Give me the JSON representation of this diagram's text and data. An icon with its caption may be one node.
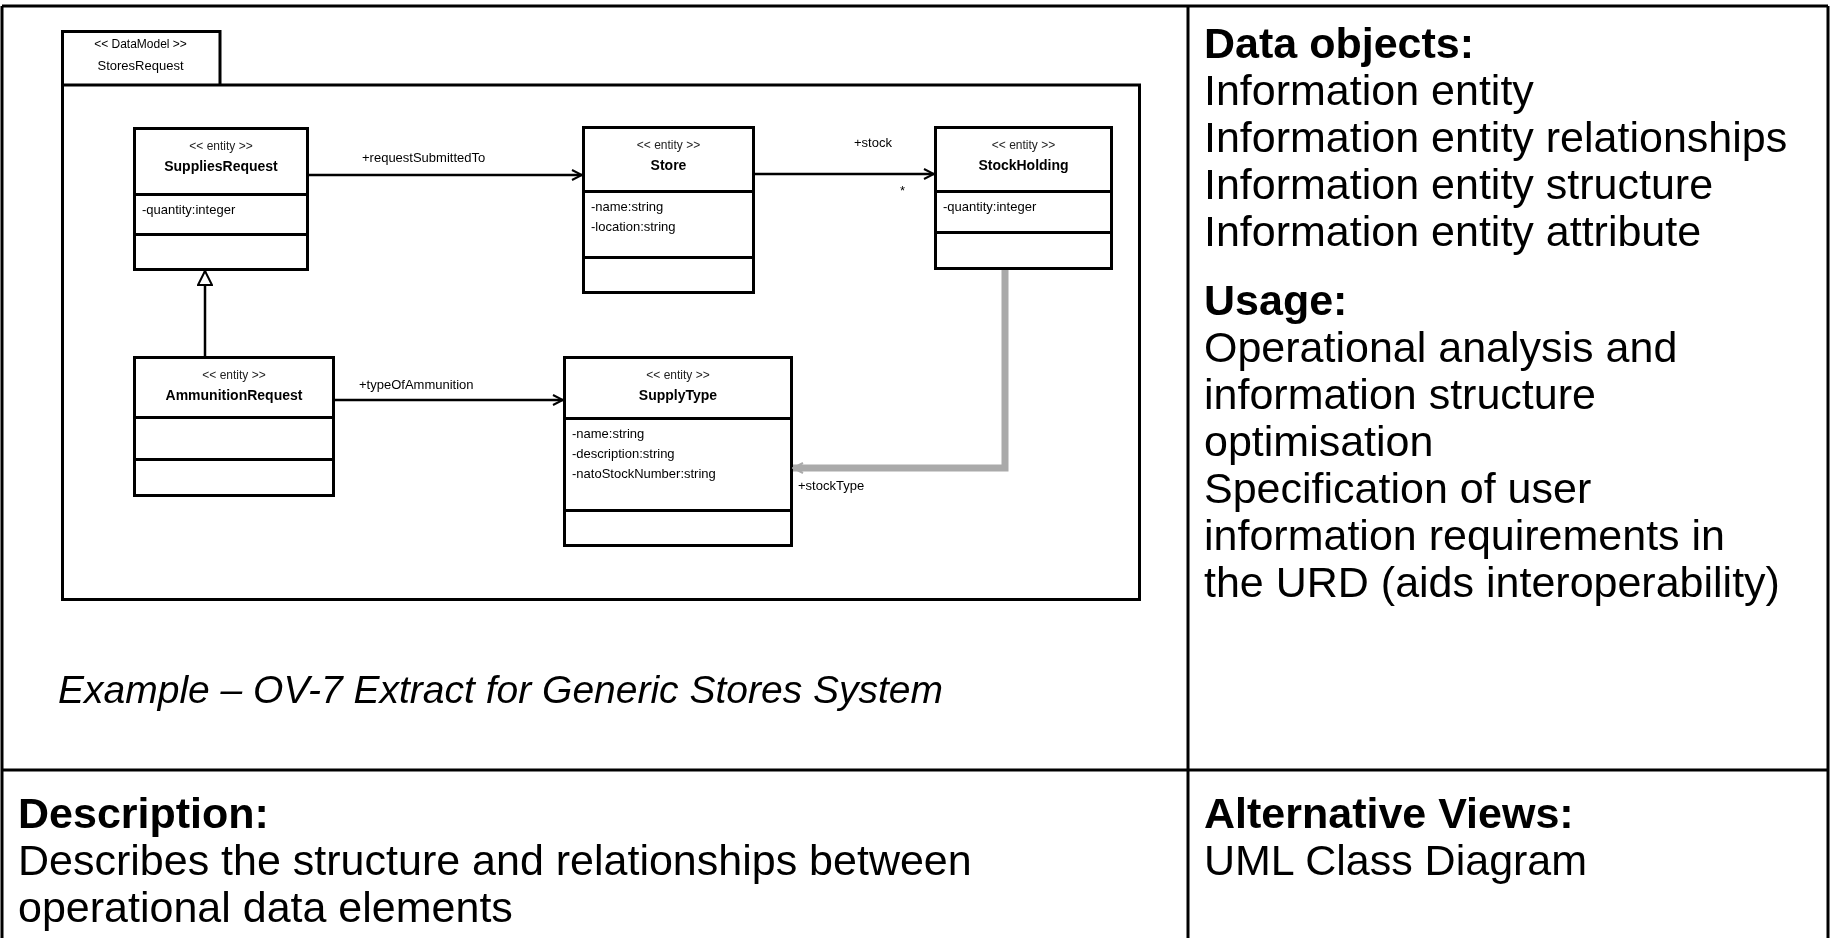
{
  "diagram": {
    "caption": "Example – OV-7 Extract for Generic Stores System",
    "nodes": [
      {
        "text": [
          "<< DataModel >>",
          "StoresRequest"
        ]
      },
      {
        "text": [
          "<< entity >>",
          "SuppliesRequest",
          "-quantity:integer"
        ],
        "in": 0
      },
      {
        "text": [
          "<< entity >>",
          "Store",
          "-name:string",
          "-location:string"
        ],
        "in": 0
      },
      {
        "text": [
          "<< entity >>",
          "StockHolding",
          "-quantity:integer"
        ],
        "in": 0
      },
      {
        "text": [
          "<< entity >>",
          "AmmunitionRequest"
        ],
        "in": 0
      },
      {
        "text": [
          "<< entity >>",
          "SupplyType",
          "-name:string",
          "-description:string",
          "-natoStockNumber:string"
        ],
        "in": 0
      }
    ],
    "edges": [
      {
        "from": 1,
        "to": 2,
        "arrow": "to",
        "label": "+requestSubmittedTo"
      },
      {
        "from": 2,
        "to": 3,
        "arrow": "to",
        "label": "+stock"
      },
      {
        "from": 4,
        "to": 1,
        "arrow": "to"
      },
      {
        "from": 4,
        "to": 5,
        "arrow": "to",
        "label": "+typeOfAmmunition"
      },
      {
        "from": 3,
        "to": 5,
        "arrow": "to",
        "label": "+stockType",
        "style": "thick",
        "color": "#aaaaaa"
      }
    ],
    "labels": [
      "*",
      "Data objects:",
      "Information entity",
      "Information entity relationships",
      "Information entity structure",
      "Information entity attribute",
      "Usage:",
      "Operational analysis and information structure optimisation",
      "Specification of user information requirements in the URD (aids interoperability)",
      "Description:",
      "Describes the structure and relationships between operational data elements",
      "Alternative Views:",
      "UML Class Diagram"
    ]
  }
}
